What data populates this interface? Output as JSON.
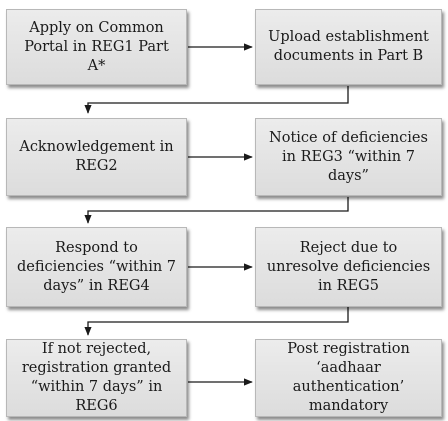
{
  "steps": [
    {
      "id": "s1",
      "text": "Apply on Common Portal in REG1 Part A*"
    },
    {
      "id": "s2",
      "text": "Upload establishment documents in Part B"
    },
    {
      "id": "s3",
      "text": "Acknowledgement in REG2"
    },
    {
      "id": "s4",
      "text": "Notice of deficiencies in REG3 “within 7 days”"
    },
    {
      "id": "s5",
      "text": "Respond to deficiencies “within 7 days” in REG4"
    },
    {
      "id": "s6",
      "text": "Reject due to unresolve deficiencies in REG5"
    },
    {
      "id": "s7",
      "text": "If not rejected, registration granted “within 7 days” in REG6"
    },
    {
      "id": "s8",
      "text": "Post registration ‘aadhaar authentication’ mandatory"
    }
  ],
  "colors": {
    "box_fill": "#e4e4e4",
    "line": "#1a1a1a"
  }
}
